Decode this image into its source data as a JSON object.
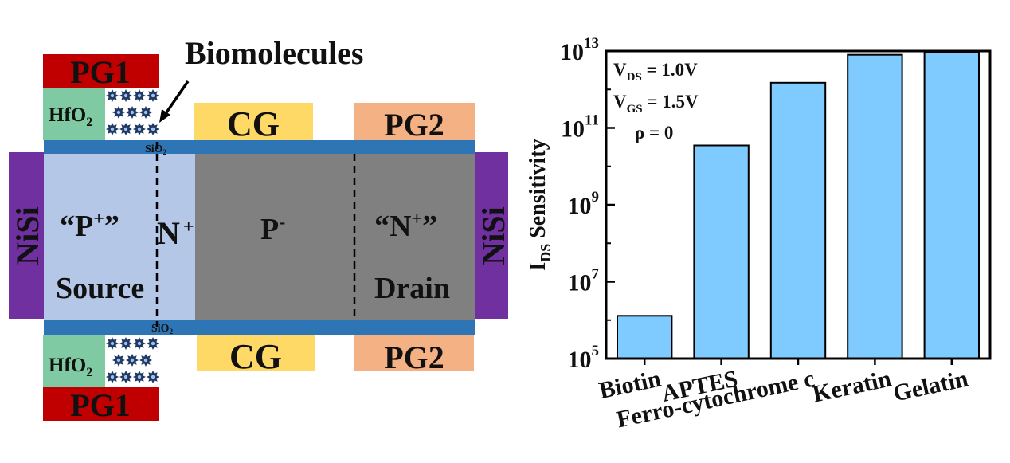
{
  "diagram": {
    "title": "Biomolecules",
    "regions": {
      "source_line1": "“P",
      "source_sup": "+",
      "source_close": "”",
      "source_line2": "Source",
      "n_plus": "N",
      "n_plus_sup": "+",
      "p_minus": "P",
      "p_minus_sup": "-",
      "drain_line1": "“N",
      "drain_sup": "+",
      "drain_close": "”",
      "drain_line2": "Drain"
    },
    "contacts": {
      "left": "NiSi",
      "right": "NiSi"
    },
    "gates": {
      "pg1": "PG1",
      "cg": "CG",
      "pg2": "PG2"
    },
    "oxides": {
      "high_k": "HfO",
      "high_k_sub": "2",
      "sio2": "SiO",
      "sio2_sub": "2"
    },
    "colors": {
      "pg1": "#c00000",
      "cg": "#ffd966",
      "pg2": "#f4b183",
      "hfo2": "#7fcaa3",
      "sio2": "#2e75b6",
      "nisi": "#7030a0",
      "source": "#b4c7e7",
      "channel": "#808080",
      "biomolecule": "#1f3864"
    }
  },
  "chart_data": {
    "type": "bar",
    "categories": [
      "Biotin",
      "APTES",
      "Ferro-cytochrome c",
      "Keratin",
      "Gelatin"
    ],
    "values": [
      1300000.0,
      35000000000.0,
      1500000000000.0,
      8000000000000.0,
      9500000000000.0
    ],
    "yscale": "log",
    "ylim": [
      100000.0,
      10000000000000.0
    ],
    "yticks": [
      {
        "value": 100000,
        "base": "10",
        "exp": "5"
      },
      {
        "value": 10000000,
        "base": "10",
        "exp": "7"
      },
      {
        "value": 1000000000,
        "base": "10",
        "exp": "9"
      },
      {
        "value": 100000000000,
        "base": "10",
        "exp": "11"
      },
      {
        "value": 10000000000000,
        "base": "10",
        "exp": "13"
      }
    ],
    "ylabel": {
      "main": "I",
      "sub": "DS",
      "rest": " Sensitivity"
    },
    "annotations": [
      {
        "main": "V",
        "sub": "DS",
        "rest": " = 1.0V"
      },
      {
        "main": "V",
        "sub": "GS",
        "rest": " = 1.5V"
      },
      {
        "main": "ρ = 0",
        "sub": "",
        "rest": ""
      }
    ],
    "bar_color": "#7fcbff",
    "grid": false
  }
}
